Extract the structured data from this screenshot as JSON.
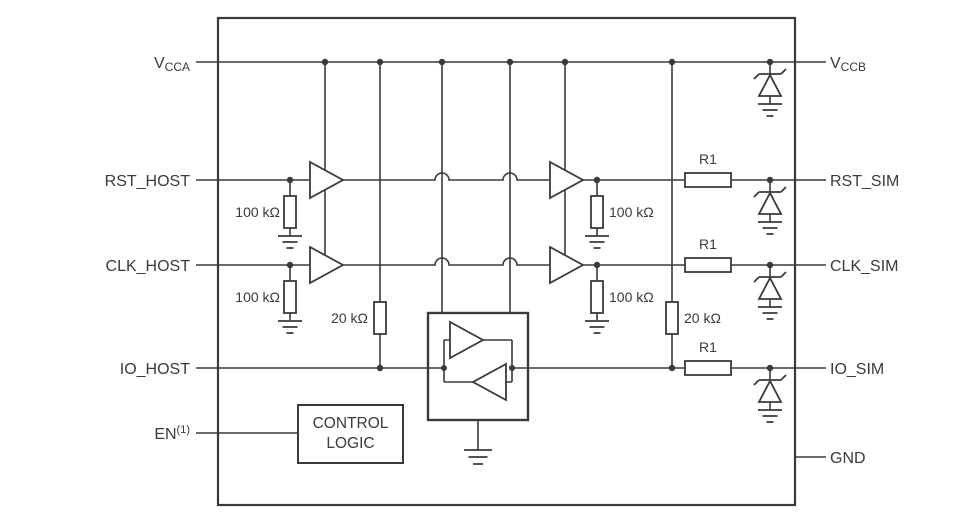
{
  "colors": {
    "line": "#3a3a3a",
    "text": "#3a3a3a",
    "bg": "#ffffff"
  },
  "pins": {
    "vcca": {
      "main": "V",
      "sub": "CCA"
    },
    "vccb": {
      "main": "V",
      "sub": "CCB"
    },
    "rst_host": "RST_HOST",
    "clk_host": "CLK_HOST",
    "io_host": "IO_HOST",
    "en": {
      "main": "EN",
      "sup": "(1)"
    },
    "rst_sim": "RST_SIM",
    "clk_sim": "CLK_SIM",
    "io_sim": "IO_SIM",
    "gnd": "GND"
  },
  "components": {
    "pulldown_rst_host": "100 kΩ",
    "pulldown_clk_host": "100 kΩ",
    "pulldown_rst_sim": "100 kΩ",
    "pulldown_clk_sim": "100 kΩ",
    "pullup_host": "20 kΩ",
    "pullup_sim": "20 kΩ",
    "series_rst": "R1",
    "series_clk": "R1",
    "series_io": "R1",
    "control_logic": {
      "line1": "CONTROL",
      "line2": "LOGIC"
    }
  }
}
